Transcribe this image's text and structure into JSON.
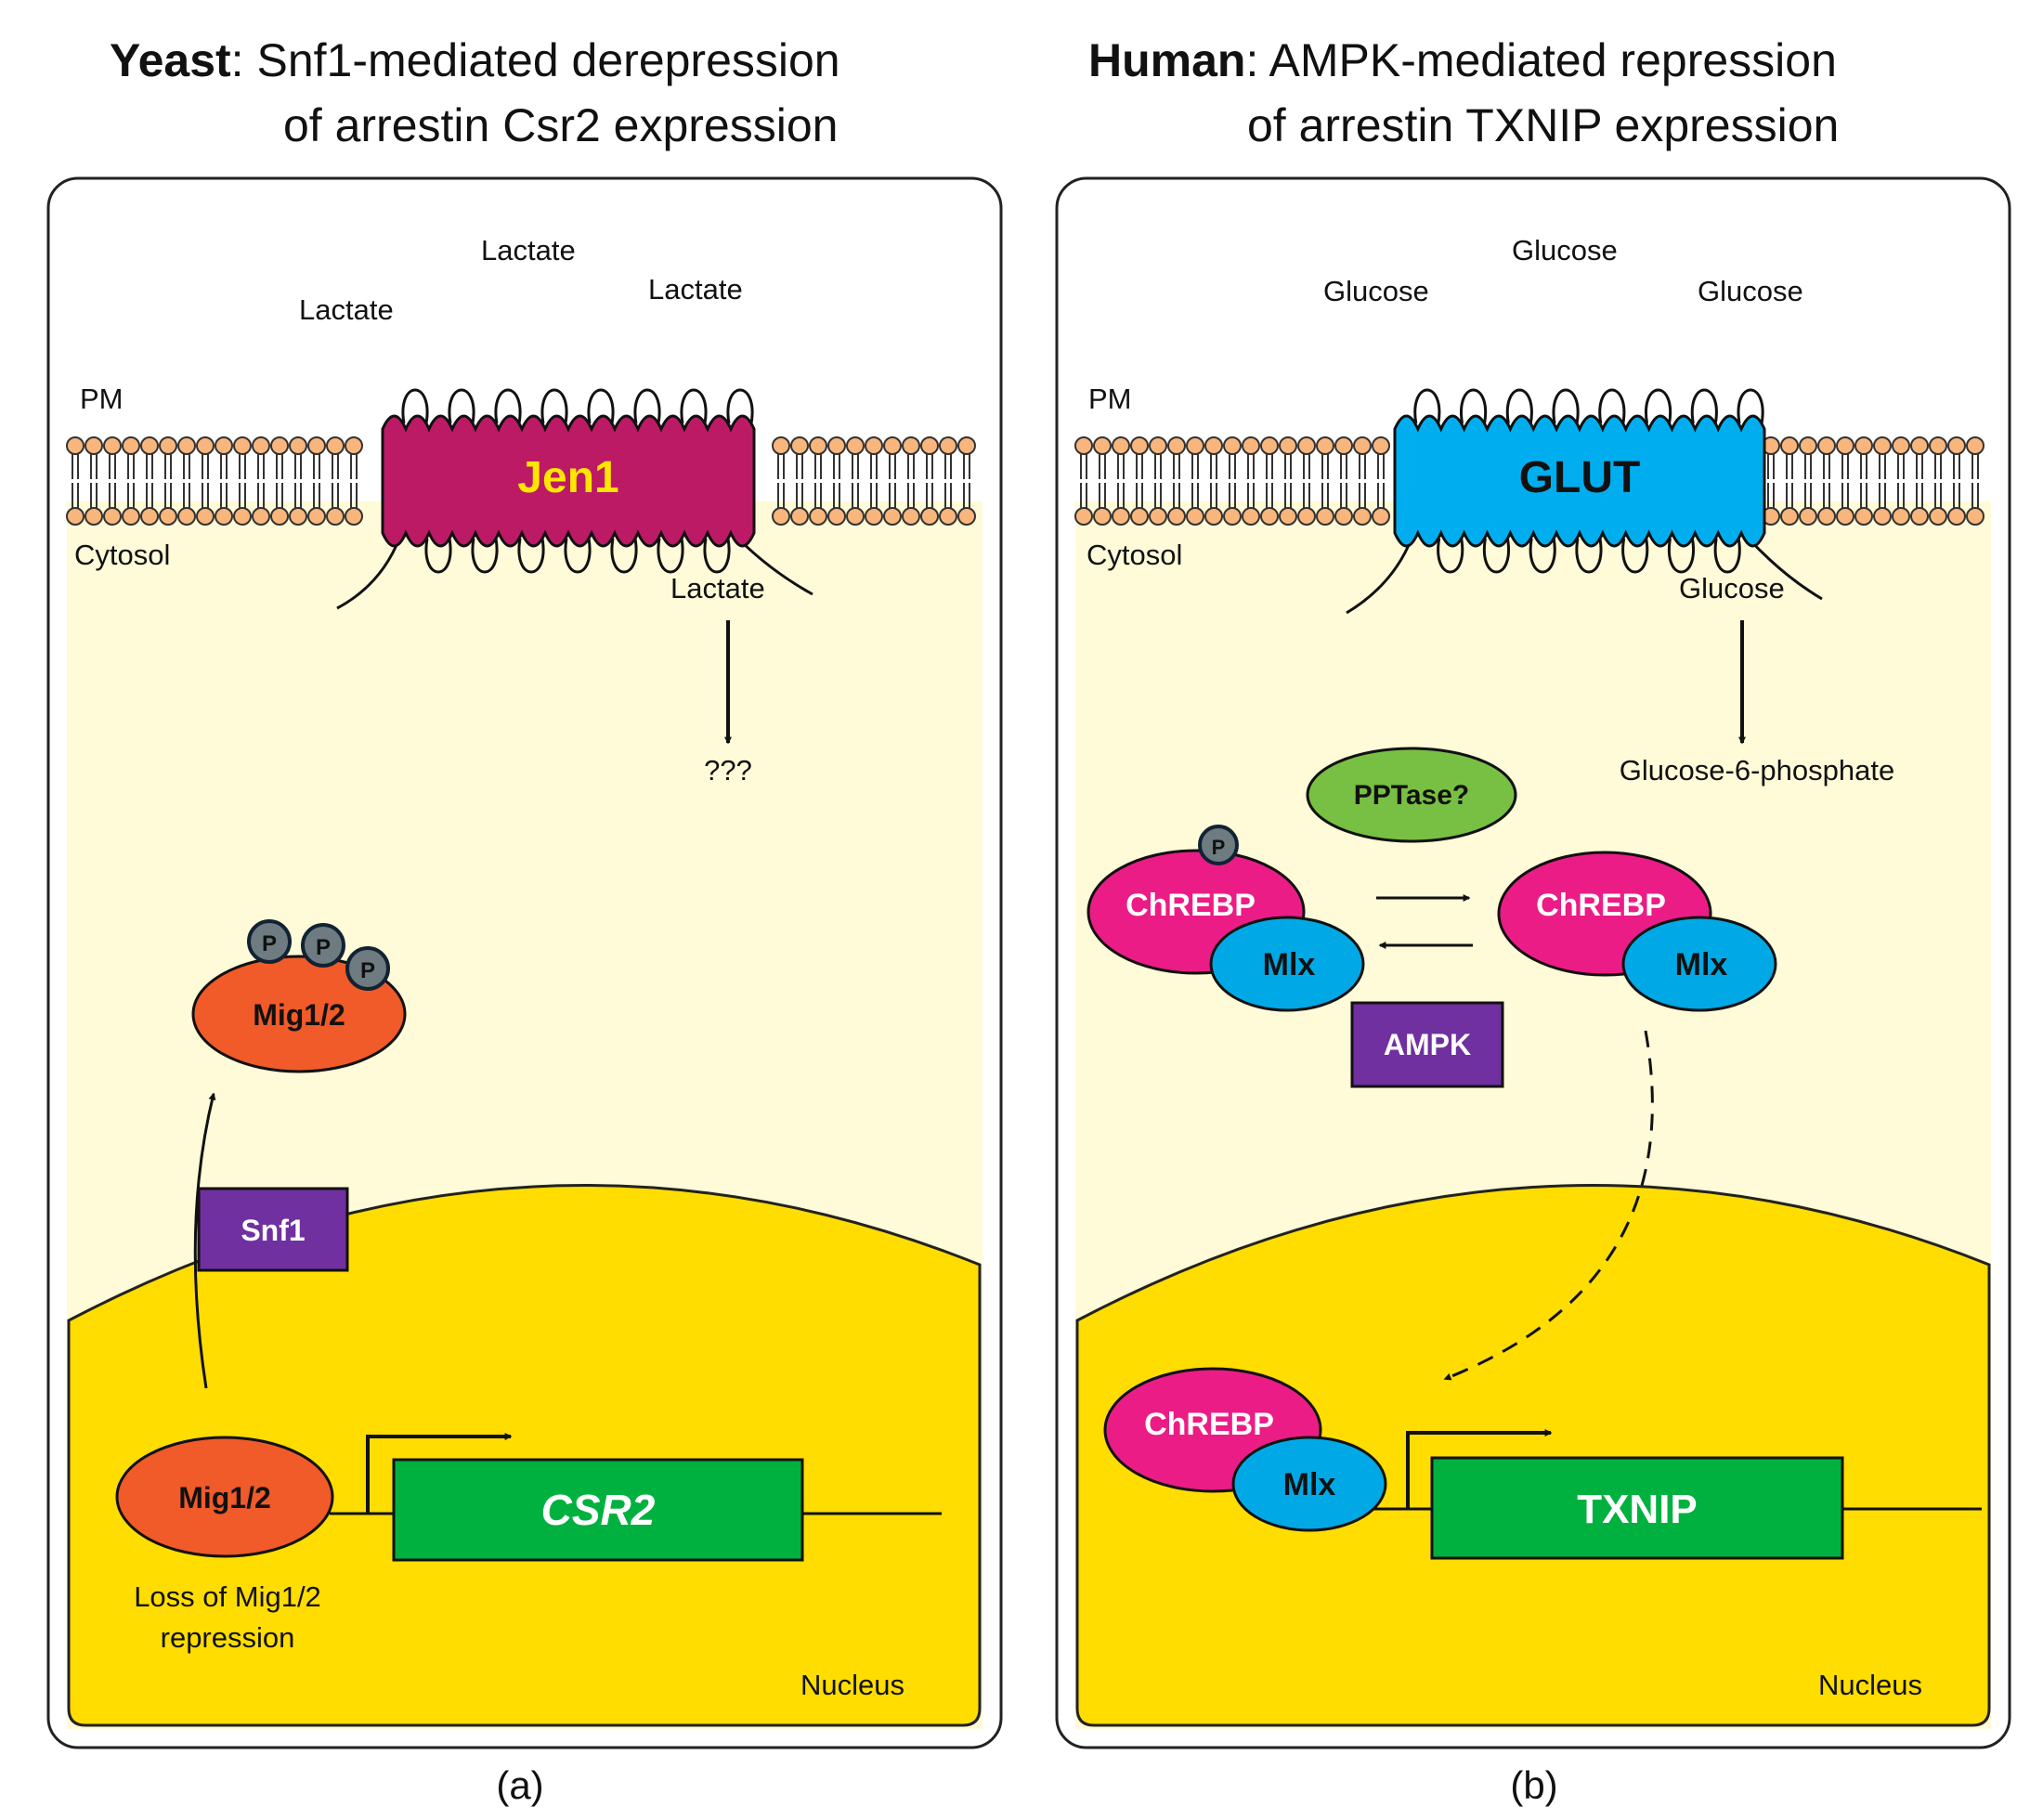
{
  "panel_a": {
    "title_organism": "Yeast",
    "title_line1": "Snf1-mediated derepression",
    "title_line2": "of arrestin Csr2 expression",
    "substrate_1": "Lactate",
    "substrate_2": "Lactate",
    "substrate_3": "Lactate",
    "pm_label": "PM",
    "cytosol_label": "Cytosol",
    "transporter": "Jen1",
    "internal_substrate": "Lactate",
    "product": "???",
    "phospho_1": "P",
    "phospho_2": "P",
    "phospho_3": "P",
    "mig_cytosol": "Mig1/2",
    "kinase": "Snf1",
    "mig_nucleus": "Mig1/2",
    "gene": "CSR2",
    "note_line1": "Loss of Mig1/2",
    "note_line2": "repression",
    "nucleus_label": "Nucleus",
    "caption": "(a)"
  },
  "panel_b": {
    "title_organism": "Human",
    "title_line1": "AMPK-mediated repression",
    "title_line2": "of arrestin TXNIP expression",
    "substrate_1": "Glucose",
    "substrate_2": "Glucose",
    "substrate_3": "Glucose",
    "pm_label": "PM",
    "cytosol_label": "Cytosol",
    "transporter": "GLUT",
    "internal_substrate": "Glucose",
    "product": "Glucose-6-phosphate",
    "phosphatase": "PPTase?",
    "phospho": "P",
    "chrebp_left": "ChREBP",
    "mlx_left": "Mlx",
    "chrebp_right": "ChREBP",
    "mlx_right": "Mlx",
    "kinase": "AMPK",
    "chrebp_nucleus": "ChREBP",
    "mlx_nucleus": "Mlx",
    "gene": "TXNIP",
    "nucleus_label": "Nucleus",
    "caption": "(b)"
  },
  "colors": {
    "cytosol": "#FFFAD8",
    "nucleus": "#FFDD00",
    "jen1": "#BC1A64",
    "jen1_text": "#FFE600",
    "glut": "#00AEEF",
    "lipid_head": "#F9B67C",
    "mig": "#F15A29",
    "kinase_box": "#7030A0",
    "gene_box": "#00B140",
    "chrebp": "#EC1C86",
    "mlx": "#00A9E6",
    "pptase": "#78C043",
    "phospho": "#6E7B80"
  }
}
